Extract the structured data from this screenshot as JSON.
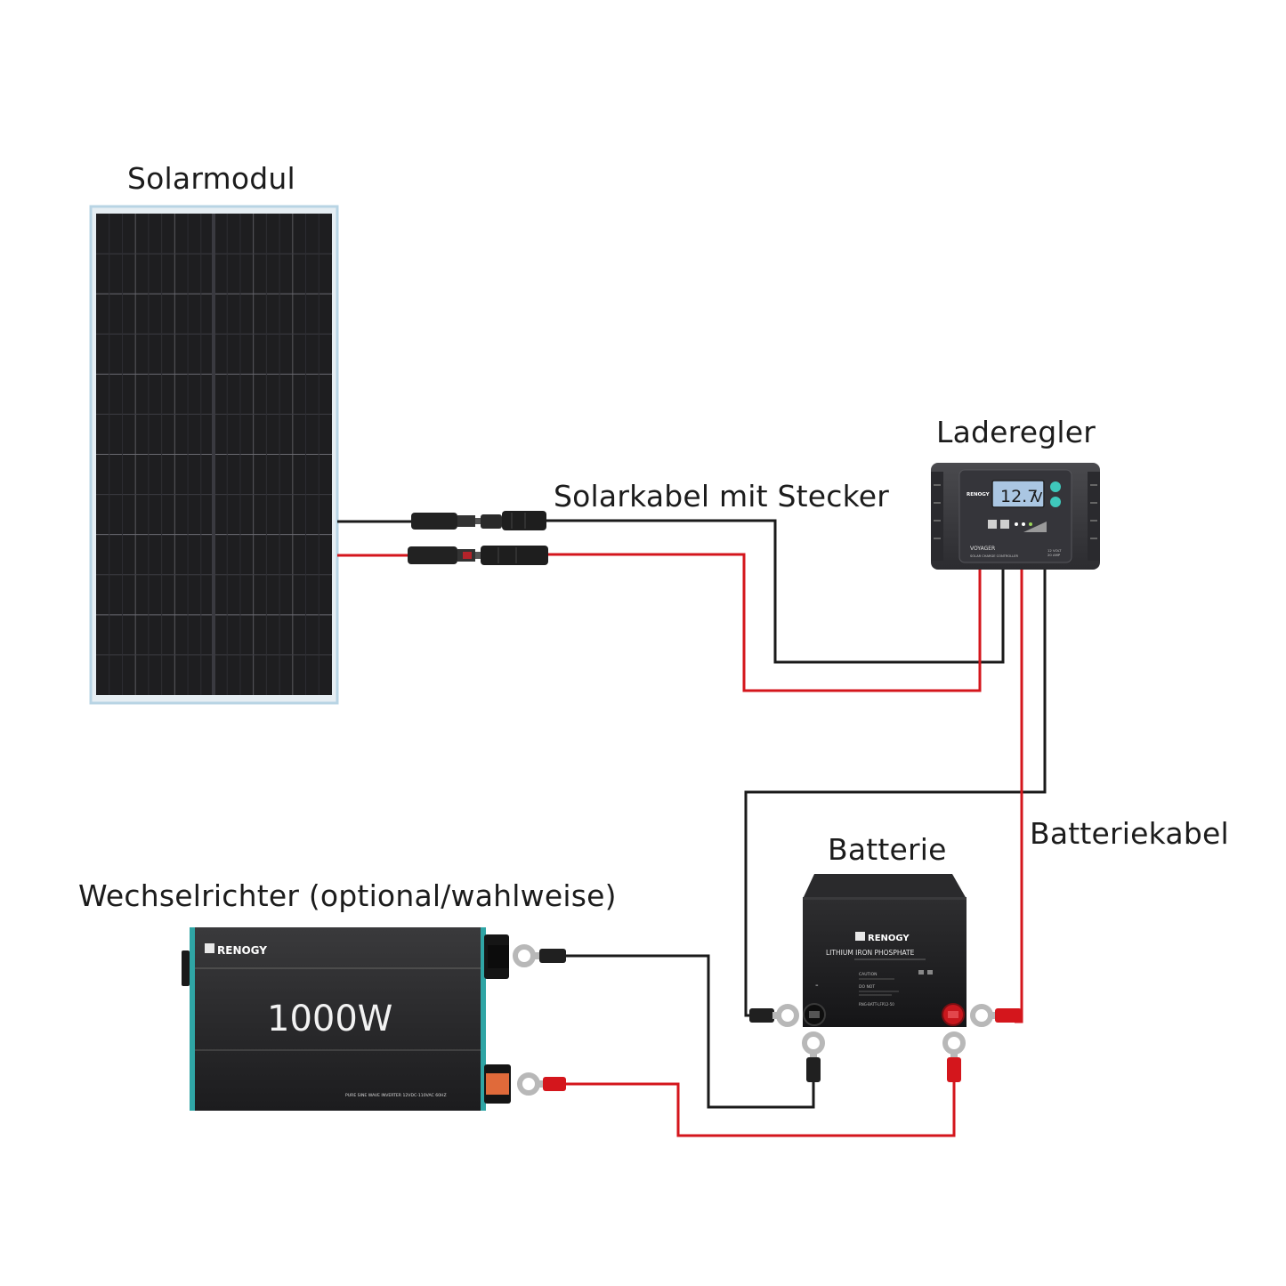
{
  "labels": {
    "solar_panel": "Solarmodul",
    "solar_cable": "Solarkabel mit Stecker",
    "charge_controller": "Laderegler",
    "battery": "Batterie",
    "battery_cable": "Batteriekabel",
    "inverter": "Wechselrichter (optional/wahlweise)"
  },
  "controller": {
    "brand": "RENOGY",
    "display_value": "12.7",
    "display_unit": "V",
    "model": "VOYAGER",
    "subtitle": "SOLAR CHARGE CONTROLLER",
    "rating_voltage": "12 VOLT",
    "rating_current": "20 AMP"
  },
  "battery": {
    "brand": "RENOGY",
    "type": "LITHIUM IRON PHOSPHATE",
    "caution": "CAUTION",
    "do_not": "DO NOT",
    "model_code": "RNG-BATT-LFP12-50"
  },
  "inverter": {
    "brand": "RENOGY",
    "power": "1000W",
    "description": "PURE SINE WAVE INVERTER 12VDC-110VAC 60HZ"
  },
  "colors": {
    "negative_wire": "#1a1a1a",
    "positive_wire": "#d4161c",
    "panel_cell": "#1e1e20",
    "panel_frame": "#c8dce8",
    "lcd": "#aac6e2",
    "button_teal": "#3fc8bb",
    "inverter_trim": "#2fa5a5"
  },
  "icons": [
    "mc4-connector-icon",
    "ring-terminal-icon",
    "lcd-display-icon",
    "battery-terminal-icon"
  ]
}
